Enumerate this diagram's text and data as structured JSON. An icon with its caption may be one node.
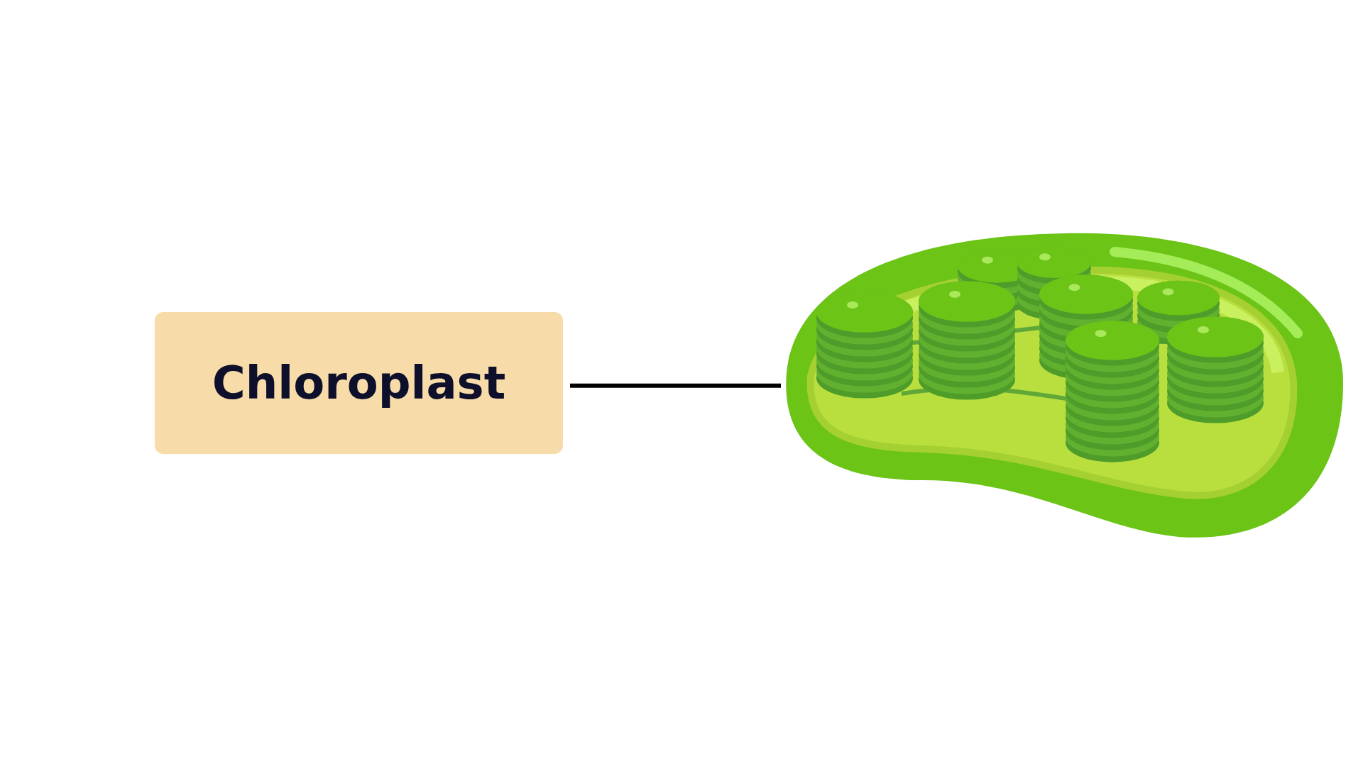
{
  "diagram": {
    "nodes": [
      {
        "text": [
          "Chloroplast"
        ]
      },
      {
        "text": [],
        "shape": "picture"
      }
    ],
    "edges": [
      {
        "from": 0,
        "to": 1,
        "arrow": "none"
      }
    ]
  }
}
